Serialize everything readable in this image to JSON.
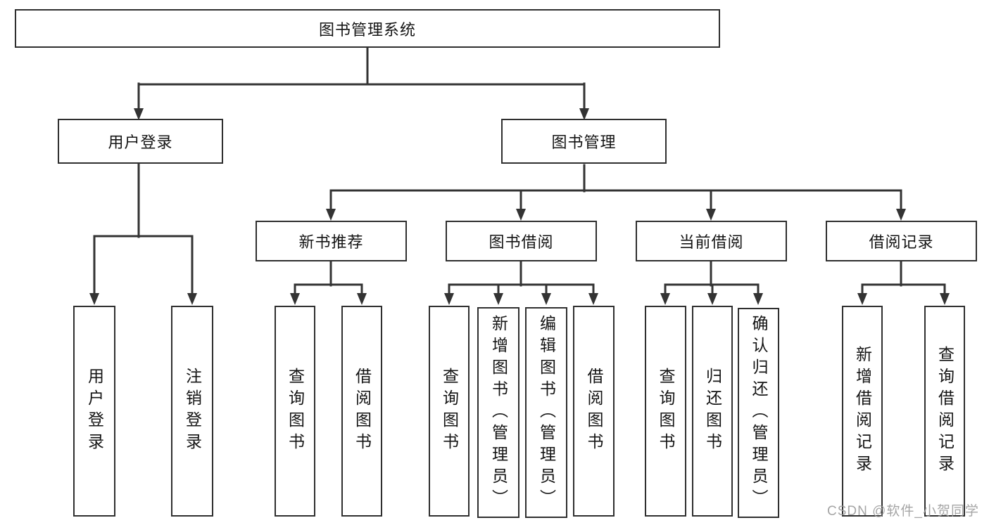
{
  "diagram_title": "图书管理系统",
  "watermark": "CSDN @软件_小贺同学",
  "colors": {
    "line": "#333333",
    "box_border": "#2f2f2f",
    "box_fill": "#ffffff",
    "text": "#141414",
    "watermark_text": "#9c9c9c",
    "background": "#ffffff"
  },
  "nodes": {
    "root": "图书管理系统",
    "user_login": "用户登录",
    "book_mgmt": "图书管理",
    "new_book_rec": "新书推荐",
    "book_borrow": "图书借阅",
    "current_borrow": "当前借阅",
    "borrow_records": "借阅记录",
    "leaf_user_login": "用户登录",
    "leaf_logout": "注销登录",
    "leaf_rec_query_books": "查询图书",
    "leaf_rec_borrow_books": "借阅图书",
    "leaf_bb_query_books": "查询图书",
    "leaf_bb_add_books": "新增图书（管理员）",
    "leaf_bb_edit_books": "编辑图书（管理员）",
    "leaf_bb_borrow_books": "借阅图书",
    "leaf_cb_query_books": "查询图书",
    "leaf_cb_return_books": "归还图书",
    "leaf_cb_confirm_return": "确认归还（管理员）",
    "leaf_br_add_record": "新增借阅记录",
    "leaf_br_query_record": "查询借阅记录"
  },
  "hierarchy": {
    "图书管理系统": {
      "用户登录": [
        "用户登录",
        "注销登录"
      ],
      "图书管理": {
        "新书推荐": [
          "查询图书",
          "借阅图书"
        ],
        "图书借阅": [
          "查询图书",
          "新增图书（管理员）",
          "编辑图书（管理员）",
          "借阅图书"
        ],
        "当前借阅": [
          "查询图书",
          "归还图书",
          "确认归还（管理员）"
        ],
        "借阅记录": [
          "新增借阅记录",
          "查询借阅记录"
        ]
      }
    }
  }
}
